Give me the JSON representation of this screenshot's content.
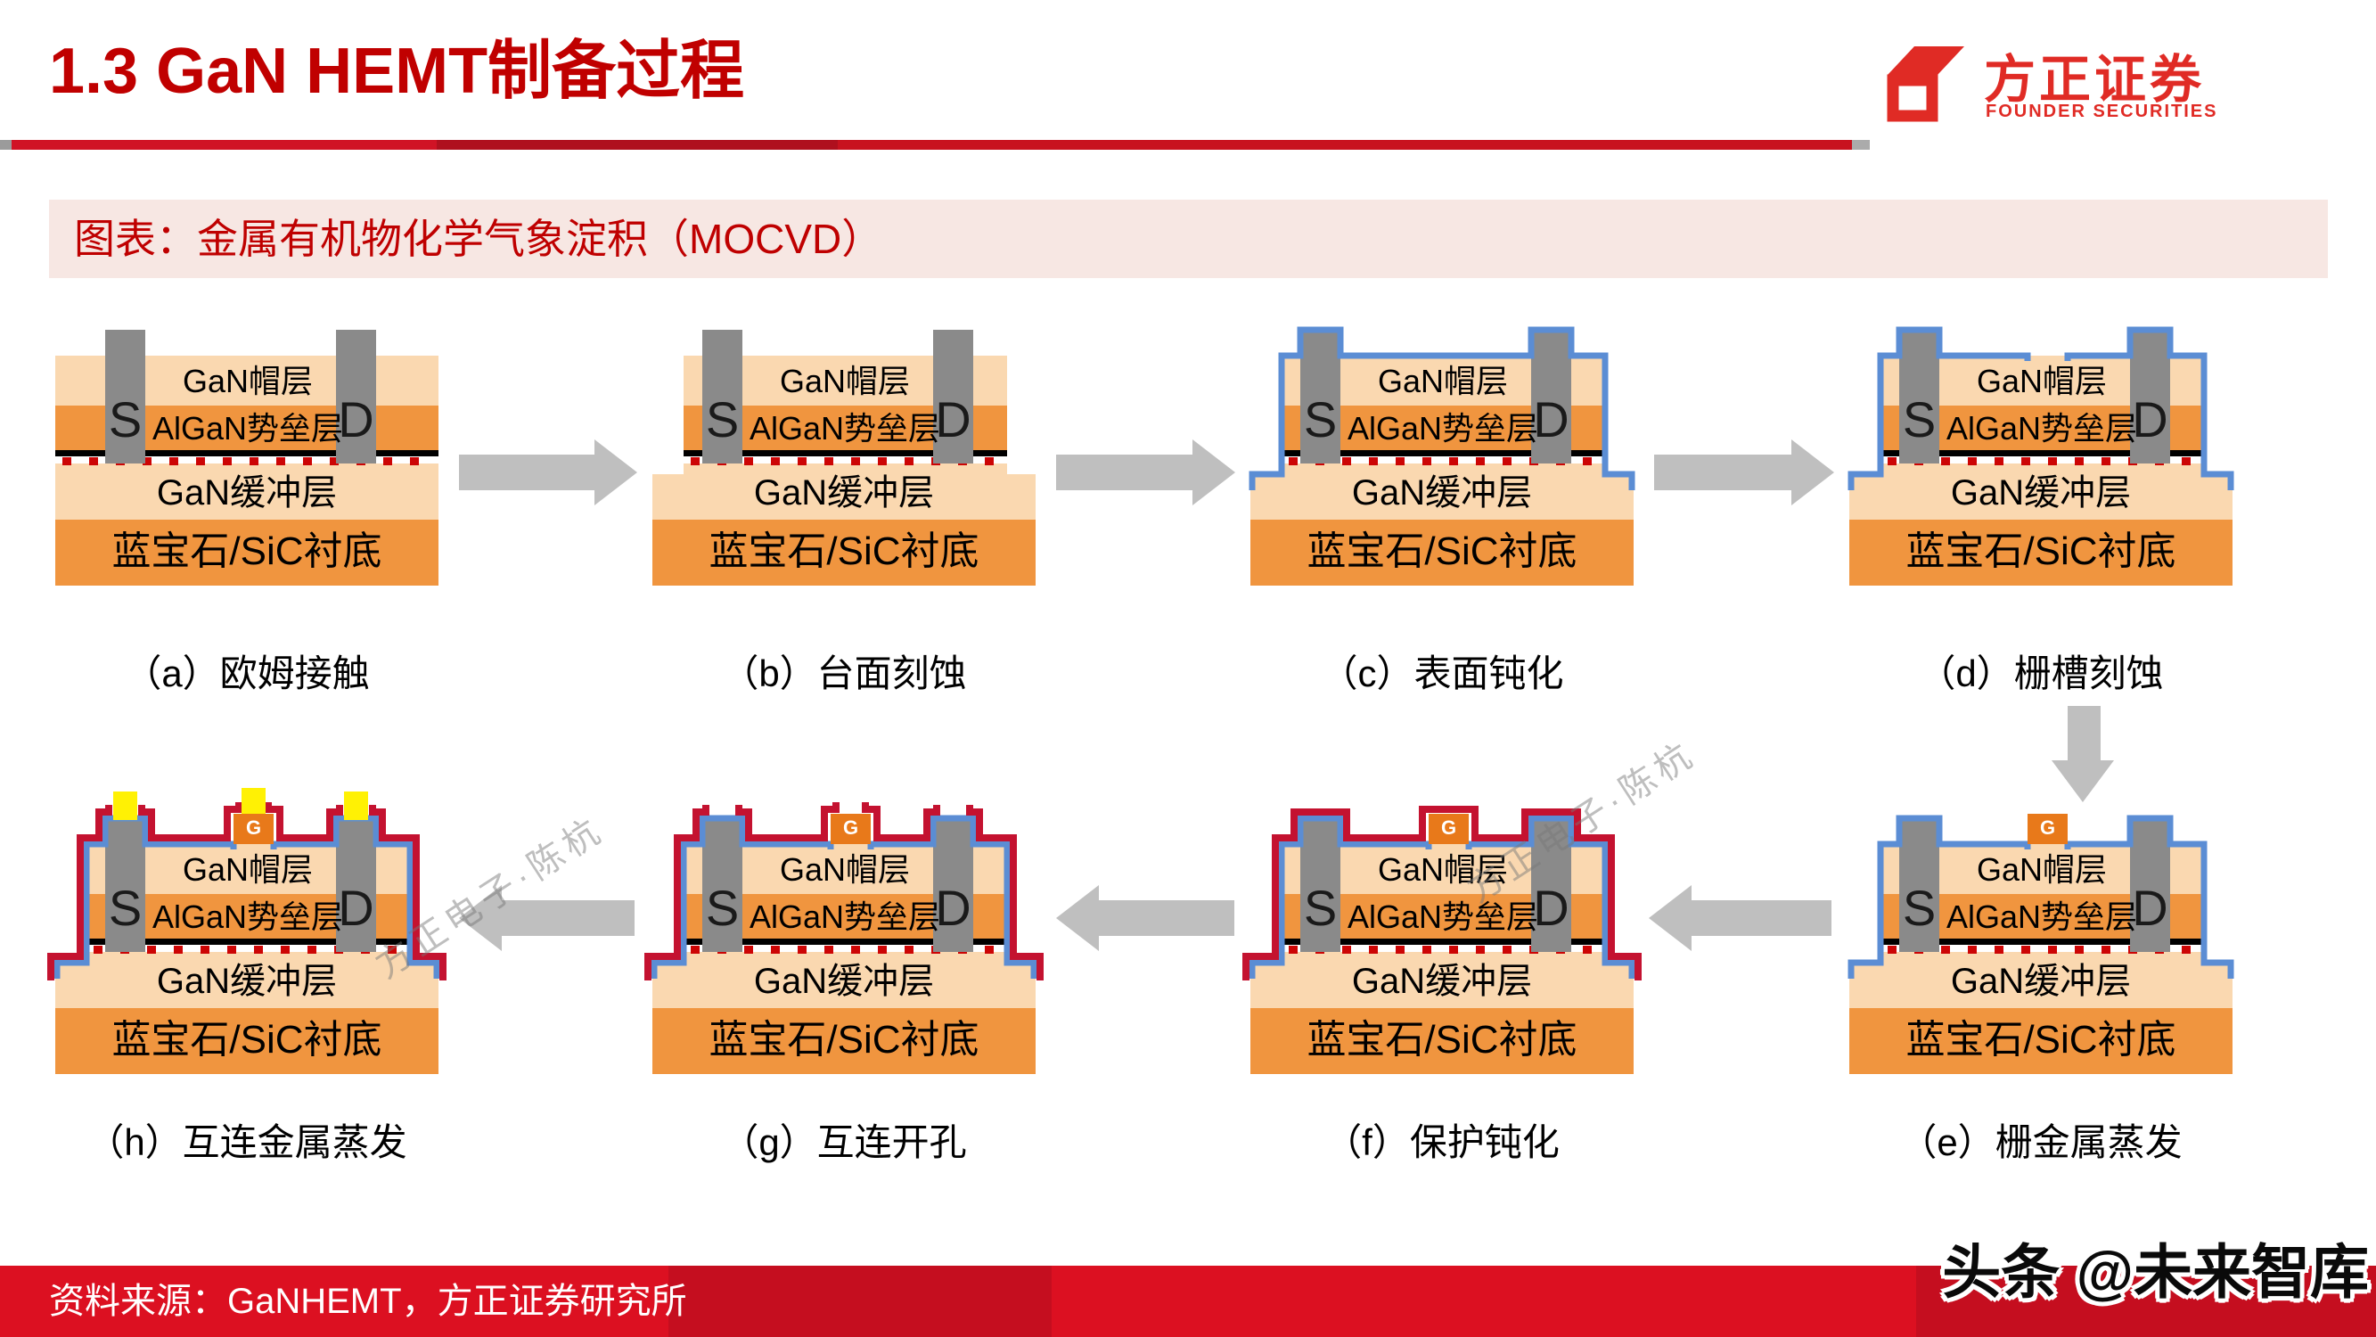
{
  "slide": {
    "title": "1.3 GaN HEMT制备过程",
    "banner": "图表：金属有机物化学气象淀积（MOCVD）",
    "source_note": "资料来源：GaNHEMT，方正证券研究所",
    "watermark": "方正电子·陈杭",
    "channel_badge": "头条 @未来智库"
  },
  "logo": {
    "name_cn": "方正证券",
    "name_en": "FOUNDER SECURITIES"
  },
  "device_labels": {
    "source": "S",
    "drain": "D",
    "gate": "G",
    "cap": "GaN帽层",
    "barrier": "AlGaN势垒层",
    "buffer": "GaN缓冲层",
    "substrate": "蓝宝石/SiC衬底"
  },
  "figures": [
    {
      "id": "a",
      "caption": "（a）欧姆接触",
      "features": {
        "mesa": false,
        "passivation": false,
        "gate_recess": false,
        "gate": false,
        "protect": false,
        "openings": false,
        "interconnect_metal": false
      }
    },
    {
      "id": "b",
      "caption": "（b）台面刻蚀",
      "features": {
        "mesa": true,
        "passivation": false,
        "gate_recess": false,
        "gate": false,
        "protect": false,
        "openings": false,
        "interconnect_metal": false
      }
    },
    {
      "id": "c",
      "caption": "（c）表面钝化",
      "features": {
        "mesa": true,
        "passivation": true,
        "gate_recess": false,
        "gate": false,
        "protect": false,
        "openings": false,
        "interconnect_metal": false
      }
    },
    {
      "id": "d",
      "caption": "（d）栅槽刻蚀",
      "features": {
        "mesa": true,
        "passivation": true,
        "gate_recess": true,
        "gate": false,
        "protect": false,
        "openings": false,
        "interconnect_metal": false
      }
    },
    {
      "id": "e",
      "caption": "（e）栅金属蒸发",
      "features": {
        "mesa": true,
        "passivation": true,
        "gate_recess": true,
        "gate": true,
        "protect": false,
        "openings": false,
        "interconnect_metal": false
      }
    },
    {
      "id": "f",
      "caption": "（f）保护钝化",
      "features": {
        "mesa": true,
        "passivation": true,
        "gate_recess": true,
        "gate": true,
        "protect": true,
        "openings": false,
        "interconnect_metal": false
      }
    },
    {
      "id": "g",
      "caption": "（g）互连开孔",
      "features": {
        "mesa": true,
        "passivation": true,
        "gate_recess": true,
        "gate": true,
        "protect": true,
        "openings": true,
        "interconnect_metal": false
      }
    },
    {
      "id": "h",
      "caption": "（h）互连金属蒸发",
      "features": {
        "mesa": true,
        "passivation": true,
        "gate_recess": true,
        "gate": true,
        "protect": true,
        "openings": true,
        "interconnect_metal": true
      }
    }
  ],
  "colors": {
    "accent_red": "#C00000",
    "banner_pink": "#F7E7E3",
    "layer_peach": "#FAD8B0",
    "layer_orange": "#F0953F",
    "electrode_gray": "#8A8A8A",
    "passivation_blue": "#5B8DD4",
    "passivation_red": "#C41230",
    "gate_orange": "#E8791A",
    "metal_yellow": "#FFF104",
    "dashes_red": "#CC0505",
    "arrow_gray": "#BFBFBF",
    "footer_red_bright": "#DC1021",
    "footer_red_dark": "#C50E1F"
  }
}
